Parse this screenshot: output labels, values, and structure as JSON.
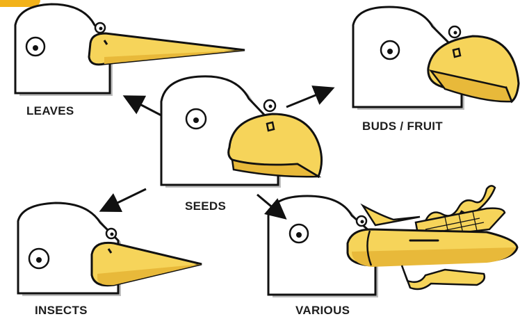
{
  "diagram": {
    "center_label": "SEEDS",
    "branches": [
      {
        "label": "LEAVES",
        "beak": "long-straight"
      },
      {
        "label": "BUDS / FRUIT",
        "beak": "hooked-short"
      },
      {
        "label": "INSECTS",
        "beak": "thin-pointed"
      },
      {
        "label": "VARIOUS",
        "beak": "multi-tool"
      }
    ]
  },
  "colors": {
    "beak_fill": "#f6d45a",
    "beak_shade": "#e8b93a",
    "outline": "#111111",
    "head_fill": "#ffffff",
    "shadow": "#b9b9b9",
    "accent": "#f2b21a"
  }
}
